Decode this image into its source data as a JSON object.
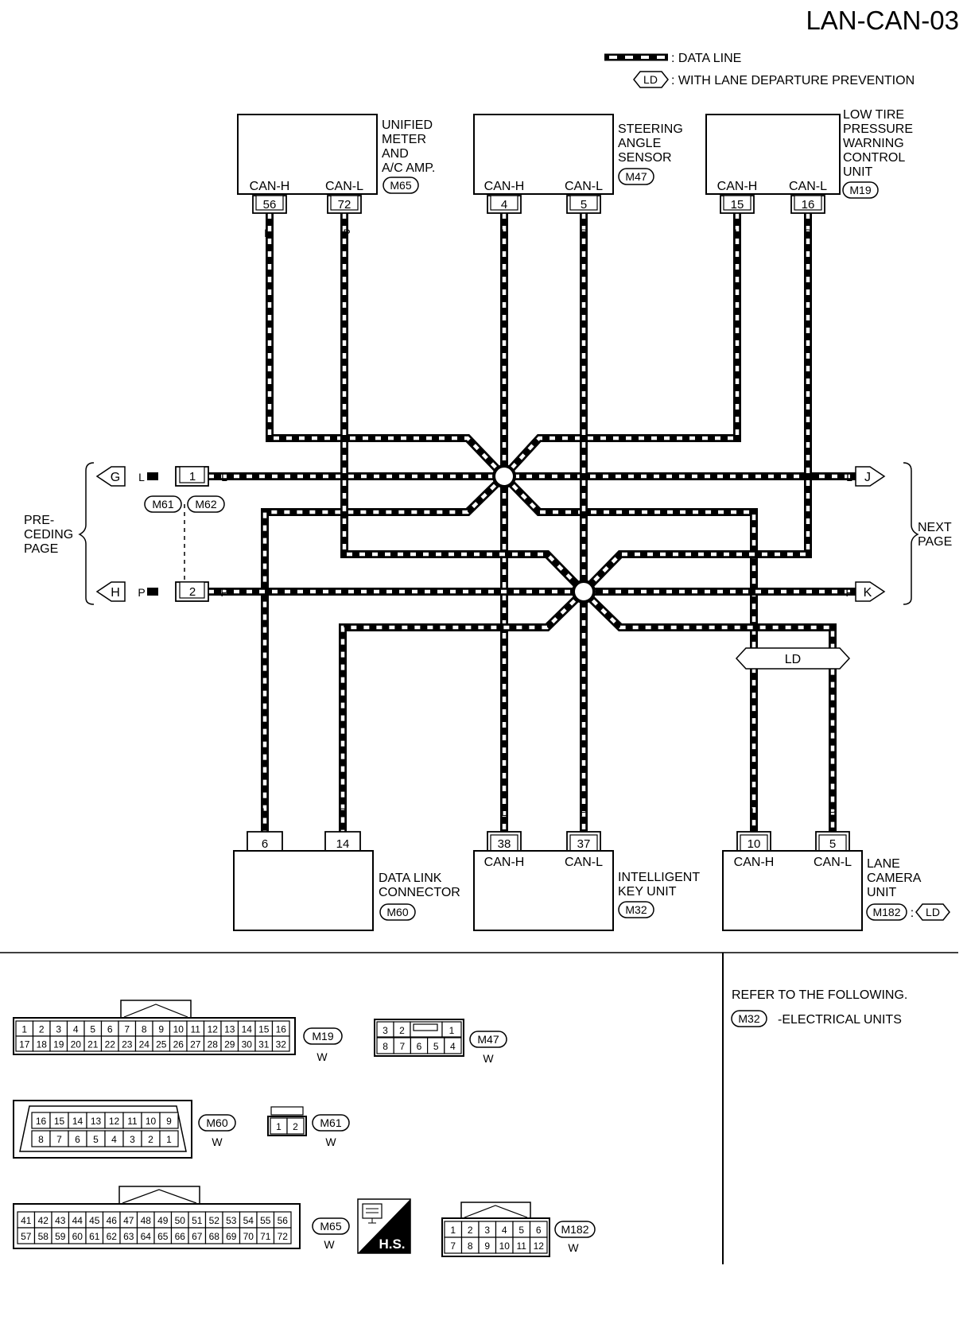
{
  "page_title": "LAN-CAN-03",
  "legend": {
    "data_line_label": ": DATA LINE",
    "ld_tag": "LD",
    "ld_label": ": WITH LANE DEPARTURE PREVENTION"
  },
  "wire_colors": {
    "high": "L",
    "low": "P"
  },
  "units": {
    "unified_meter": {
      "name": [
        "UNIFIED",
        "METER",
        "AND",
        "A/C AMP."
      ],
      "connector": "M65",
      "pin_h_label": "CAN-H",
      "pin_l_label": "CAN-L",
      "pin_h": "56",
      "pin_l": "72"
    },
    "steering_angle": {
      "name": [
        "STEERING",
        "ANGLE",
        "SENSOR"
      ],
      "connector": "M47",
      "pin_h_label": "CAN-H",
      "pin_l_label": "CAN-L",
      "pin_h": "4",
      "pin_l": "5"
    },
    "low_tire": {
      "name": [
        "LOW TIRE",
        "PRESSURE",
        "WARNING",
        "CONTROL",
        "UNIT"
      ],
      "connector": "M19",
      "pin_h_label": "CAN-H",
      "pin_l_label": "CAN-L",
      "pin_h": "15",
      "pin_l": "16"
    },
    "data_link": {
      "name": [
        "DATA LINK",
        "CONNECTOR"
      ],
      "connector": "M60",
      "pin_h": "6",
      "pin_l": "14"
    },
    "intelligent_key": {
      "name": [
        "INTELLIGENT",
        "KEY UNIT"
      ],
      "connector": "M32",
      "pin_h_label": "CAN-H",
      "pin_l_label": "CAN-L",
      "pin_h": "38",
      "pin_l": "37"
    },
    "lane_camera": {
      "name": [
        "LANE",
        "CAMERA",
        "UNIT"
      ],
      "connector": "M182",
      "ld_tag": "LD",
      "pin_h_label": "CAN-H",
      "pin_l_label": "CAN-L",
      "pin_h": "10",
      "pin_l": "5"
    }
  },
  "harness_connector": {
    "left": "M61",
    "right": "M62",
    "pin_1": "1",
    "pin_2": "2"
  },
  "arrows": {
    "left_top": "G",
    "left_bottom": "H",
    "right_top": "J",
    "right_bottom": "K",
    "left_label": [
      "PRE-",
      "CEDING",
      "PAGE"
    ],
    "right_label": [
      "NEXT",
      "PAGE"
    ]
  },
  "ld_branch_label": "LD",
  "reference": {
    "title": "REFER TO THE FOLLOWING.",
    "connector": "M32",
    "text": "-ELECTRICAL UNITS"
  },
  "connector_views": {
    "M19": {
      "name": "M19",
      "color": "W",
      "row1": [
        "1",
        "2",
        "3",
        "4",
        "5",
        "6",
        "7",
        "8",
        "9",
        "10",
        "11",
        "12",
        "13",
        "14",
        "15",
        "16"
      ],
      "row2": [
        "17",
        "18",
        "19",
        "20",
        "21",
        "22",
        "23",
        "24",
        "25",
        "26",
        "27",
        "28",
        "29",
        "30",
        "31",
        "32"
      ]
    },
    "M47": {
      "name": "M47",
      "color": "W",
      "row1": [
        "3",
        "2",
        "",
        "1"
      ],
      "row2": [
        "8",
        "7",
        "6",
        "5",
        "4"
      ]
    },
    "M60": {
      "name": "M60",
      "color": "W",
      "row1": [
        "16",
        "15",
        "14",
        "13",
        "12",
        "11",
        "10",
        "9"
      ],
      "row2": [
        "8",
        "7",
        "6",
        "5",
        "4",
        "3",
        "2",
        "1"
      ]
    },
    "M61": {
      "name": "M61",
      "color": "W",
      "row1": [
        "1",
        "2"
      ]
    },
    "M65": {
      "name": "M65",
      "color": "W",
      "row1": [
        "41",
        "42",
        "43",
        "44",
        "45",
        "46",
        "47",
        "48",
        "49",
        "50",
        "51",
        "52",
        "53",
        "54",
        "55",
        "56"
      ],
      "row2": [
        "57",
        "58",
        "59",
        "60",
        "61",
        "62",
        "63",
        "64",
        "65",
        "66",
        "67",
        "68",
        "69",
        "70",
        "71",
        "72"
      ]
    },
    "M182": {
      "name": "M182",
      "color": "W",
      "row1": [
        "1",
        "2",
        "3",
        "4",
        "5",
        "6"
      ],
      "row2": [
        "7",
        "8",
        "9",
        "10",
        "11",
        "12"
      ]
    }
  },
  "hs_label": "H.S."
}
